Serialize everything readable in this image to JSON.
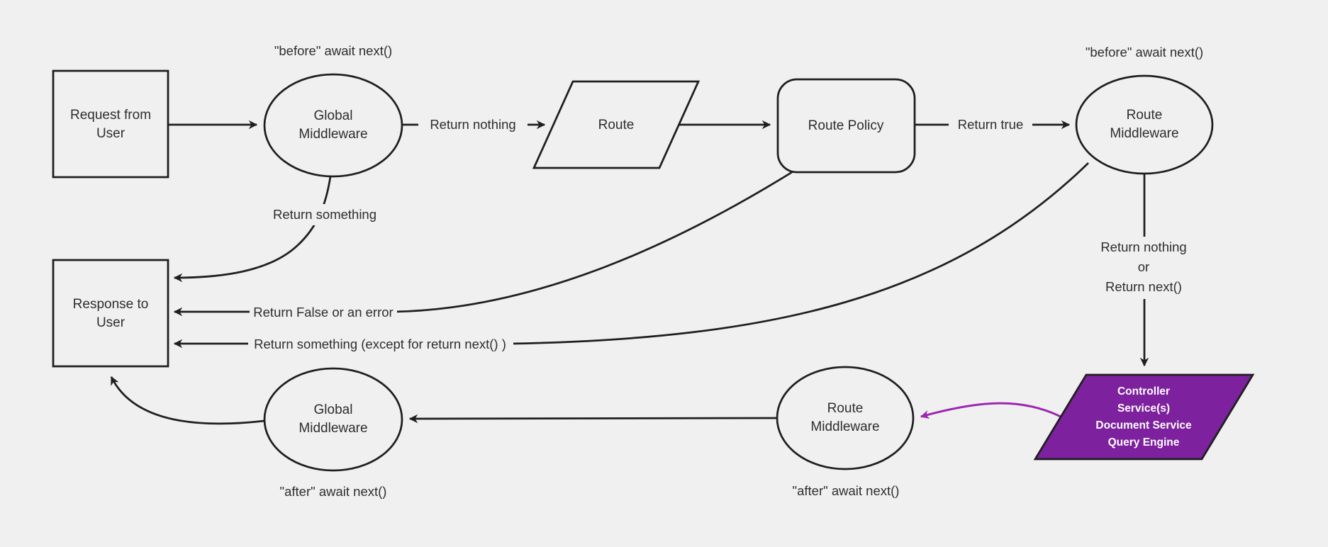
{
  "colors": {
    "background": "#f0f0f0",
    "line": "#1f1f1f",
    "text": "#2e2e2e",
    "controller_fill": "#7d219e",
    "controller_arrow": "#9c27b0",
    "controller_text": "#ffffff"
  },
  "nodes": {
    "request": {
      "shape": "rectangle",
      "line1": "Request from",
      "line2": "User"
    },
    "global_middleware_top": {
      "shape": "ellipse",
      "line1": "Global",
      "line2": "Middleware"
    },
    "route": {
      "shape": "parallelogram",
      "label": "Route"
    },
    "route_policy": {
      "shape": "rounded-rectangle",
      "label": "Route Policy"
    },
    "route_middleware_top": {
      "shape": "ellipse",
      "line1": "Route",
      "line2": "Middleware"
    },
    "response": {
      "shape": "rectangle",
      "line1": "Response to",
      "line2": "User"
    },
    "global_middleware_bottom": {
      "shape": "ellipse",
      "line1": "Global",
      "line2": "Middleware"
    },
    "route_middleware_bottom": {
      "shape": "ellipse",
      "line1": "Route",
      "line2": "Middleware"
    },
    "controller": {
      "shape": "parallelogram",
      "line1": "Controller",
      "line2": "Service(s)",
      "line3": "Document Service",
      "line4": "Query Engine"
    }
  },
  "labels": {
    "before_await_next_left": "\"before\" await next()",
    "before_await_next_right": "\"before\" await next()",
    "return_nothing": "Return nothing",
    "return_true": "Return true",
    "return_something": "Return something",
    "return_false_or_error": "Return False or an error",
    "return_something_except": "Return something (except for return next() )",
    "return_nothing_or_1": "Return nothing",
    "return_nothing_or_2": "or",
    "return_nothing_or_3": "Return next()",
    "after_await_next_left": "\"after\" await next()",
    "after_await_next_right": "\"after\" await next()"
  }
}
